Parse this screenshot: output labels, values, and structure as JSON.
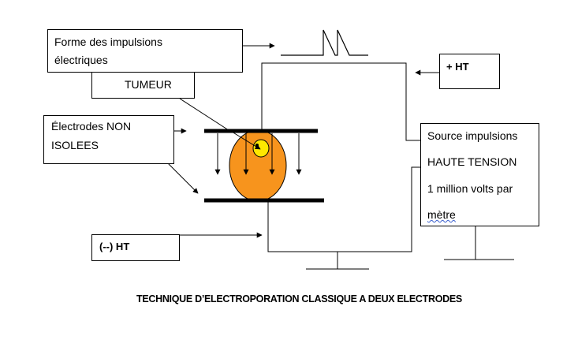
{
  "labels": {
    "pulse_shape_line1": "Forme des impulsions",
    "pulse_shape_line2": "électriques",
    "tumor": "TUMEUR",
    "electrodes_line1": "Électrodes NON",
    "electrodes_line2": "ISOLEES",
    "neg_ht": "(--) HT",
    "pos_ht": "+ HT",
    "source_line1": "Source impulsions",
    "source_line2": "HAUTE TENSION",
    "source_line3": "1 million volts par",
    "source_line4": "mètre"
  },
  "caption": "TECHNIQUE D’ELECTROPORATION CLASSIQUE A DEUX ELECTRODES",
  "colors": {
    "tumor_fill": "#f7941d",
    "nucleus_fill": "#ffe800",
    "line": "#000000",
    "spellcheck_underline": "#3a5fcd"
  }
}
